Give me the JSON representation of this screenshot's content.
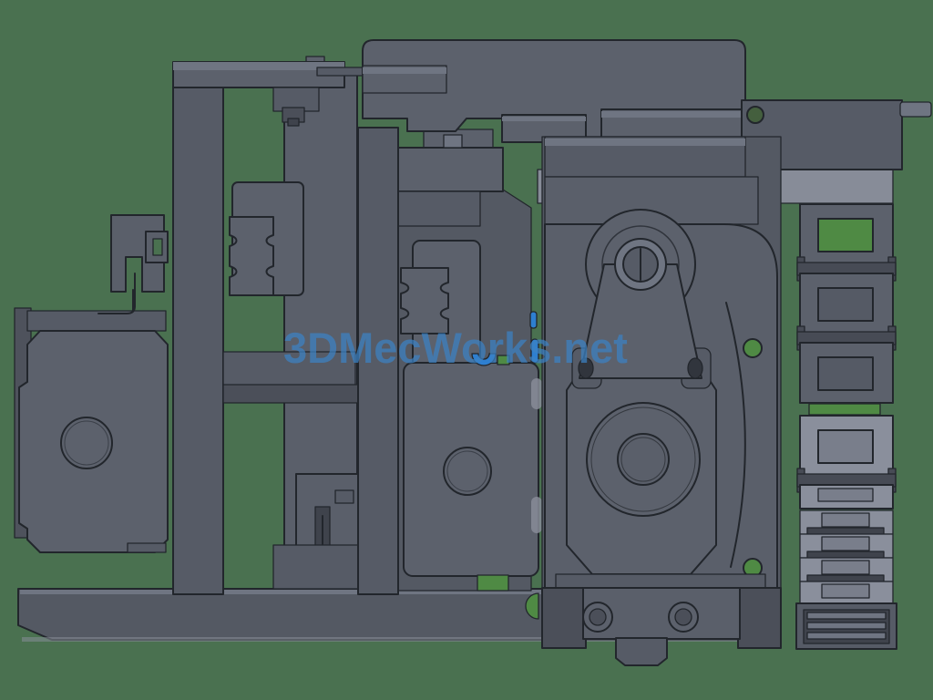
{
  "watermark": {
    "text": "3DMecWorks.net"
  },
  "scene": {
    "description": "CAD side view of a mechanical clamping/feeder assembly with motor, frame columns, gripper clamps, pivot arm with pulleys and a cable drag chain",
    "parts": [
      "motor",
      "base-plate",
      "frame-column",
      "support-plate",
      "gripper-clamp-upper",
      "gripper-clamp-lower",
      "top-mount-plate",
      "pivot-arm",
      "upper-pulley",
      "lower-pivot-boss",
      "cable-drag-chain",
      "chain-end-bracket",
      "blue-sensor",
      "guide-pin"
    ]
  },
  "palette": {
    "bg-green": "#4a7150",
    "line": "#22262c",
    "gray-main": "#5a5f6a",
    "gray-mid": "#565b66",
    "gray-block": "#5c616c",
    "back-gray": "#545963",
    "gray-dark": "#4b4f59",
    "gray-deep": "#474b55",
    "gray-light": "#878c98",
    "gray-lighter": "#8a8f9c",
    "edge-light": "#6f7582",
    "window-gray": "#555a65",
    "window-light": "#797e8b",
    "slot-dark": "#3f434c",
    "hole-green": "#4f8a44",
    "accent-blue": "#2e7fd0",
    "strip-gray": "#4e525c",
    "watermark-blue": "#3c82c4"
  }
}
